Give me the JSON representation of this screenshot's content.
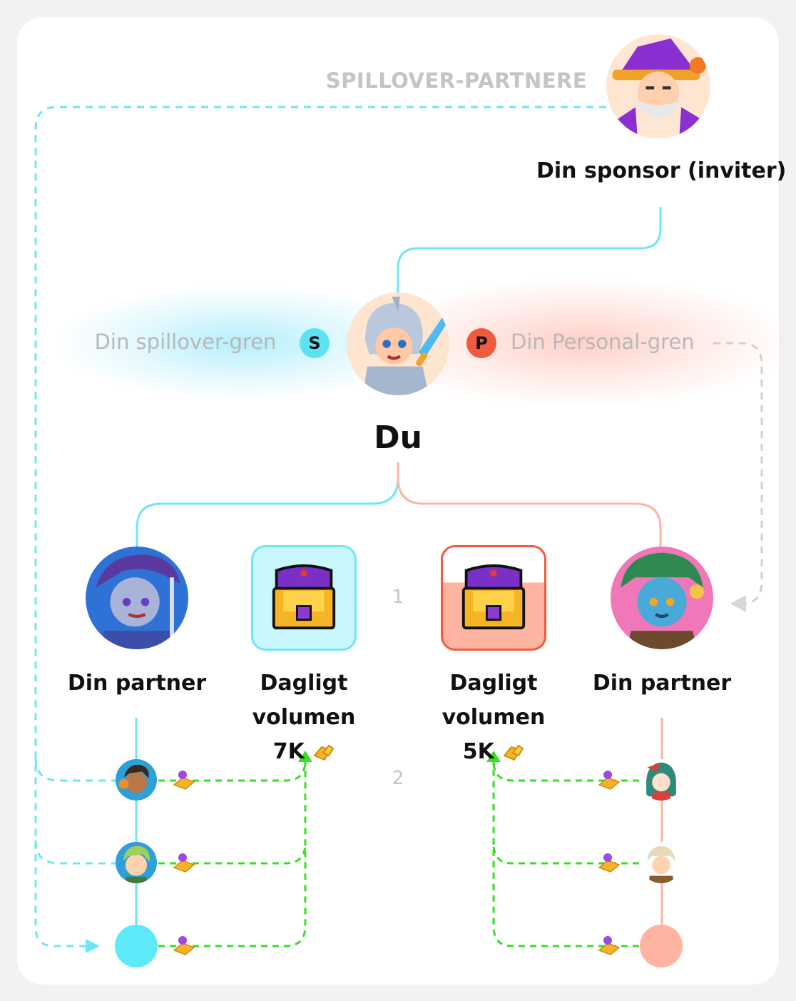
{
  "labels": {
    "spillover_partners": "SPILLOVER-PARTNERE",
    "sponsor": "Din sponsor (inviter)",
    "spillover_branch": "Din spillover-gren",
    "personal_branch": "Din Personal-gren",
    "badge_s": "S",
    "badge_p": "P",
    "you": "Du",
    "partner_left": "Din partner",
    "partner_right": "Din partner",
    "level_1": "1",
    "level_2": "2"
  },
  "volumes": {
    "left": {
      "line1": "Dagligt",
      "line2": "volumen",
      "value": "7K"
    },
    "right": {
      "line1": "Dagligt",
      "line2": "volumen",
      "value": "5K"
    }
  },
  "colors": {
    "spillover": "#6fe6f5",
    "personal": "#ffb4a2",
    "flow": "#36e022",
    "dashed_gray": "#d0d0d0",
    "badge_s": "#5be3f2",
    "badge_p": "#f15a3c"
  },
  "icons": {
    "chest": "treasure-chest-icon",
    "gold": "gold-bars-icon"
  }
}
